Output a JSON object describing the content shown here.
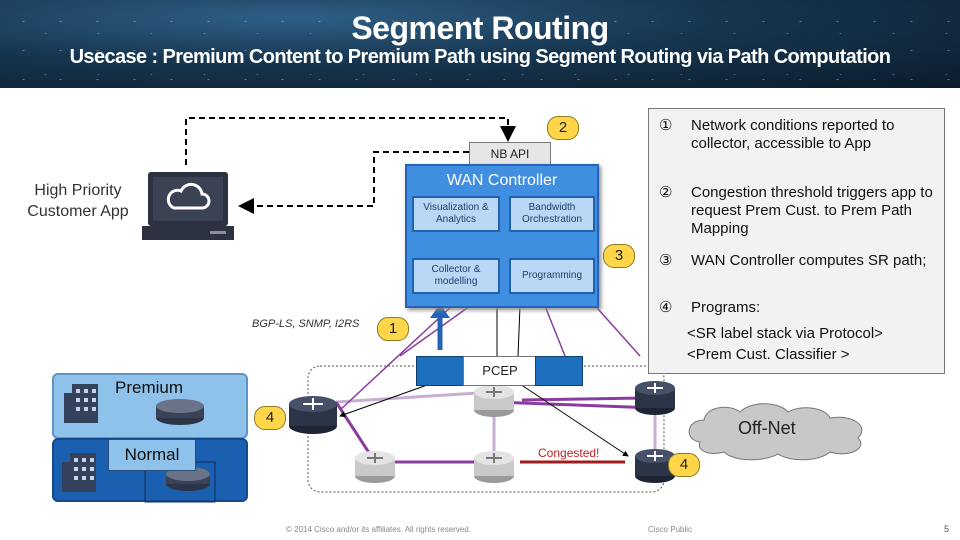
{
  "header": {
    "title": "Segment Routing",
    "subtitle": "Usecase : Premium Content to Premium Path using Segment Routing via Path Computation"
  },
  "app": {
    "label": "High Priority Customer App"
  },
  "nb_api": "NB API",
  "wan": {
    "title": "WAN Controller",
    "boxes": [
      "Visualization & Analytics",
      "Bandwidth Orchestration",
      "Collector & modelling",
      "Programming"
    ]
  },
  "protocols": "BGP-LS, SNMP, I2RS",
  "pcep": "PCEP",
  "badges": [
    "2",
    "3",
    "1",
    "4",
    "4"
  ],
  "steps": [
    {
      "num": "①",
      "text": "Network conditions reported to collector, accessible to App"
    },
    {
      "num": "②",
      "text": "Congestion threshold triggers app to request Prem Cust. to Prem Path Mapping"
    },
    {
      "num": "③",
      "text": "WAN Controller computes SR path;"
    },
    {
      "num": "④",
      "text": "Programs:"
    }
  ],
  "program_lines": [
    "<SR label stack via Protocol>",
    "<Prem Cust. Classifier >"
  ],
  "sites": {
    "premium": "Premium",
    "normal": "Normal"
  },
  "offnet": "Off-Net",
  "congested": "Congested!",
  "footer": {
    "copyright": "© 2014 Cisco and/or its affiliates. All rights reserved.",
    "classification": "Cisco Public",
    "page": "5"
  },
  "colors": {
    "wan_blue": "#3f8ee0",
    "sr_path": "#8a3d9e",
    "congestion": "#a01c1c",
    "badge": "#ffd54a"
  }
}
